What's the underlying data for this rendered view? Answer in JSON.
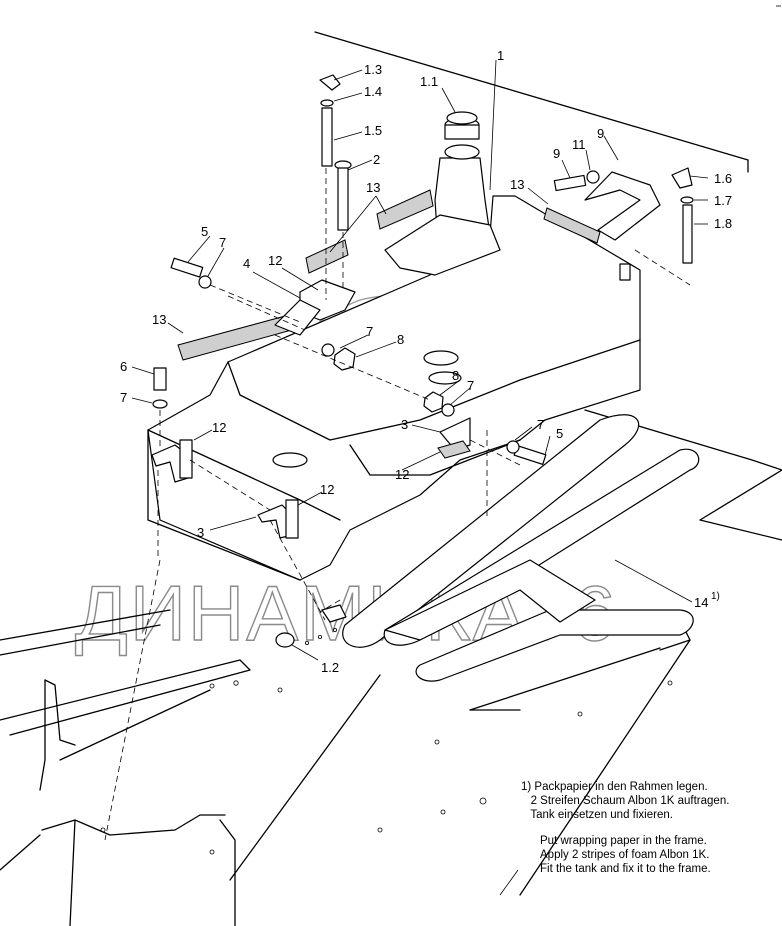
{
  "watermark": "ДИНАМИКА76",
  "labels": {
    "l1": "1",
    "l1_1": "1.1",
    "l1_2": "1.2",
    "l1_3": "1.3",
    "l1_4": "1.4",
    "l1_5": "1.5",
    "l1_6": "1.6",
    "l1_7": "1.7",
    "l1_8": "1.8",
    "l2": "2",
    "l3a": "3",
    "l3b": "3",
    "l4": "4",
    "l5a": "5",
    "l5b": "5",
    "l6": "6",
    "l7a": "7",
    "l7b": "7",
    "l7c": "7",
    "l7d": "7",
    "l7e": "7",
    "l8a": "8",
    "l8b": "8",
    "l9a": "9",
    "l9b": "9",
    "l11": "11",
    "l12a": "12",
    "l12b": "12",
    "l12c": "12",
    "l12d": "12",
    "l13a": "13",
    "l13b": "13",
    "l13c": "13",
    "l14": "14",
    "l14sup": "1)"
  },
  "notes": {
    "de": "1) Packpapier in den Rahmen legen.\n   2 Streifen Schaum Albon 1K auftragen.\n   Tank einsetzen und fixieren.",
    "en": "Put wrapping paper in the frame.\nApply 2 stripes of foam Albon 1K.\nFit the tank and fix it to the frame."
  }
}
